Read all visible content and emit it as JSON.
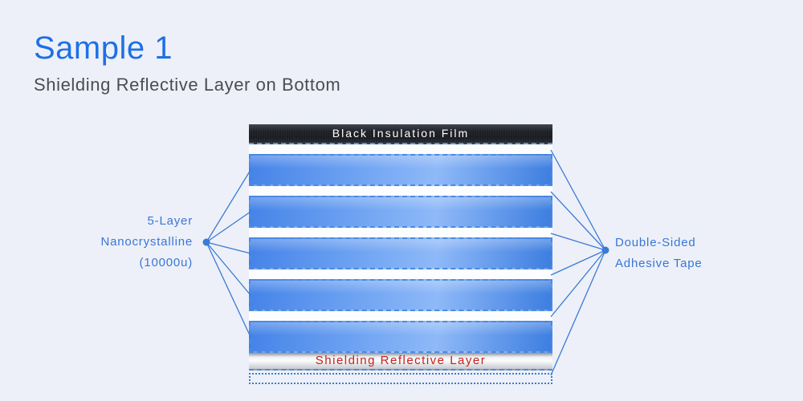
{
  "header": {
    "title": "Sample 1",
    "subtitle": "Shielding Reflective Layer on Bottom"
  },
  "diagram": {
    "top_layer": {
      "label": "Black Insulation Film"
    },
    "nano_layers": {
      "count": 5
    },
    "bottom_layer": {
      "label": "Shielding Reflective Layer"
    },
    "left_callout": {
      "lines": [
        "5-Layer",
        "Nanocrystalline",
        "(10000u)"
      ],
      "points_to": "nanocrystalline layers",
      "target_count": 5
    },
    "right_callout": {
      "lines": [
        "Double-Sided",
        "Adhesive Tape"
      ],
      "points_to": "adhesive tape gaps",
      "target_count": 6
    }
  },
  "colors": {
    "background": "#edf0f8",
    "title_blue": "#1d70e6",
    "subtitle_gray": "#4a4d52",
    "callout_blue": "#3876d8",
    "line_blue": "#3b7ad6",
    "dash_blue": "#4a8ae4",
    "layer_blue_left": "#4583e8",
    "layer_blue_light": "#8fb9f8",
    "layer_blue_right": "#3d7ee0",
    "film_black": "#191c22",
    "film_text_white": "#ffffff",
    "reflective_text_red": "#c8201e"
  }
}
